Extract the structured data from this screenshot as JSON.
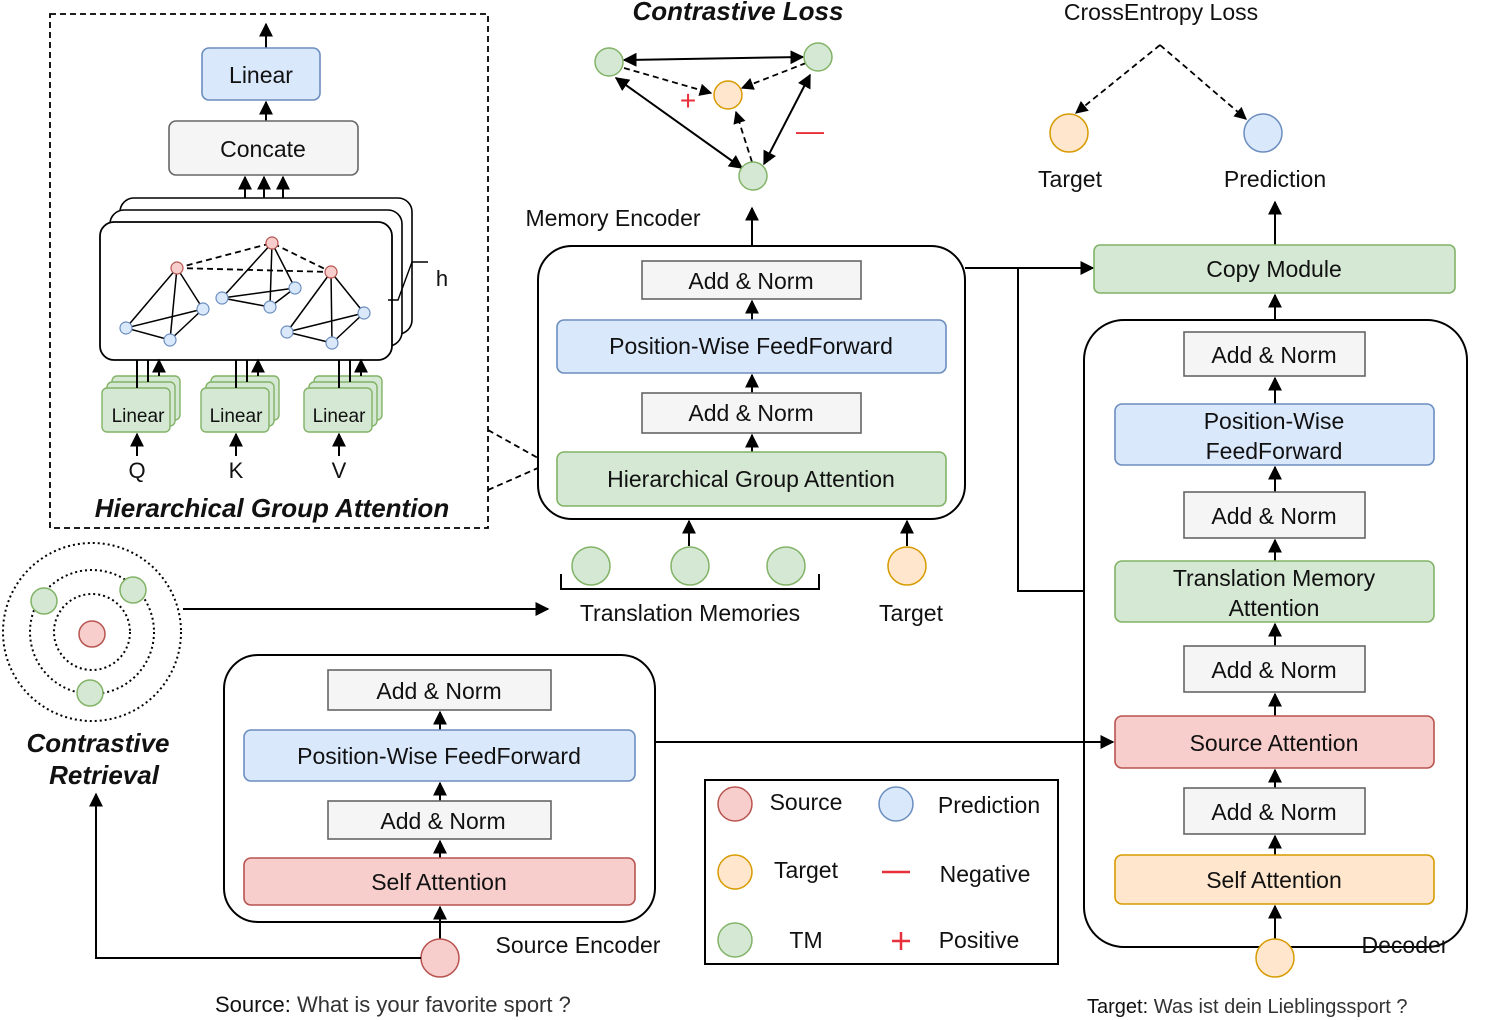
{
  "hga_panel": {
    "title": "Hierarchical Group Attention",
    "linear_top": "Linear",
    "concate": "Concate",
    "heads_label": "h",
    "linear_q": "Linear",
    "linear_k": "Linear",
    "linear_v": "Linear",
    "q": "Q",
    "k": "K",
    "v": "V"
  },
  "contrastive_loss": {
    "title": "Contrastive Loss",
    "plus": "+",
    "minus": "—"
  },
  "memory_encoder": {
    "label": "Memory Encoder",
    "add_norm_top": "Add & Norm",
    "ffn": "Position-Wise FeedForward",
    "add_norm_mid": "Add & Norm",
    "hga": "Hierarchical Group Attention",
    "tm_label": "Translation Memories",
    "target_label": "Target"
  },
  "cross_entropy": {
    "title": "CrossEntropy Loss",
    "target": "Target",
    "prediction": "Prediction"
  },
  "decoder": {
    "copy_module": "Copy Module",
    "add_norm_1": "Add & Norm",
    "ffn_line1": "Position-Wise",
    "ffn_line2": "FeedForward",
    "add_norm_2": "Add & Norm",
    "tma_line1": "Translation Memory",
    "tma_line2": "Attention",
    "add_norm_3": "Add & Norm",
    "source_attention": "Source Attention",
    "add_norm_4": "Add & Norm",
    "self_attention": "Self Attention",
    "label": "Decoder"
  },
  "retrieval": {
    "line1": "Contrastive",
    "line2": "Retrieval"
  },
  "source_encoder": {
    "add_norm_top": "Add & Norm",
    "ffn": "Position-Wise FeedForward",
    "add_norm_bottom": "Add & Norm",
    "self_attention": "Self Attention",
    "label": "Source Encoder"
  },
  "legend": {
    "source": "Source",
    "prediction": "Prediction",
    "target": "Target",
    "negative": "Negative",
    "tm": "TM",
    "positive": "Positive"
  },
  "captions": {
    "source_prefix": "Source:",
    "source_text": "What is your favorite sport ?",
    "target_prefix": "Target:",
    "target_text": "Was ist dein Lieblingssport ?"
  },
  "colors": {
    "green": "#d5e8d4",
    "blue": "#dae8fc",
    "gray": "#f5f5f5",
    "red": "#f8cecc",
    "orange": "#ffe6cc",
    "accent_red": "#e8303a"
  }
}
